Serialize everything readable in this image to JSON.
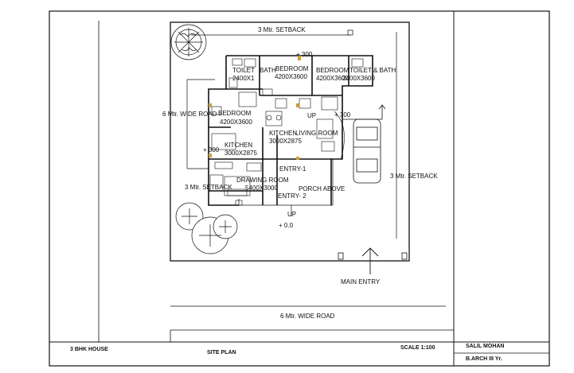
{
  "drawing": {
    "labels": {
      "setback_top": "3 Mtr. SETBACK",
      "setback_right": "3 Mtr. SETBACK",
      "setback_left": "3 Mtr. SETBACK",
      "road_left": "6 Mtr. WIDE ROAD",
      "road_bottom": "6 Mtr. WIDE ROAD",
      "main_entry": "MAIN ENTRY",
      "level_300_top": "+ 300",
      "level_300_right": "+ 300",
      "level_300_left": "+ 300",
      "level_00": "+ 0.0",
      "up_1": "UP",
      "up_2": "UP",
      "entry_1": "ENTRY-1",
      "entry_2": "ENTRY- 2",
      "porch": "PORCH ABOVE"
    },
    "rooms": {
      "toilet_left": "TOILET",
      "toilet_left_dim": "2400X1",
      "bath_left": "BATH",
      "bedroom_top": "BEDROOM",
      "bedroom_top_dim": "4200X3600",
      "bedroom_right": "BEDROOM",
      "bedroom_right_dim": "4200X3600",
      "toilet_bath_right": "TOILET & BATH",
      "toilet_bath_right_dim": "2400X3600",
      "bedroom_left": "BEDROOM",
      "bedroom_left_dim": "4200X3600",
      "kitchen_mid": "KITCHEN",
      "kitchen_mid_dim": "3000X2875",
      "living_room": "LIVING ROOM",
      "kitchen_left": "KITCHEN",
      "kitchen_left_dim": "3000X2875",
      "drawing_room": "DRAWING ROOM",
      "drawing_room_dim": "5400X3000"
    }
  },
  "title_block": {
    "project": "3 BHK HOUSE",
    "sheet": "SITE PLAN",
    "scale": "SCALE 1:100",
    "author": "SALIL MOHAN",
    "course": "B.ARCH III Yr."
  },
  "colors": {
    "line": "#111111",
    "accent": "#c8a040"
  }
}
